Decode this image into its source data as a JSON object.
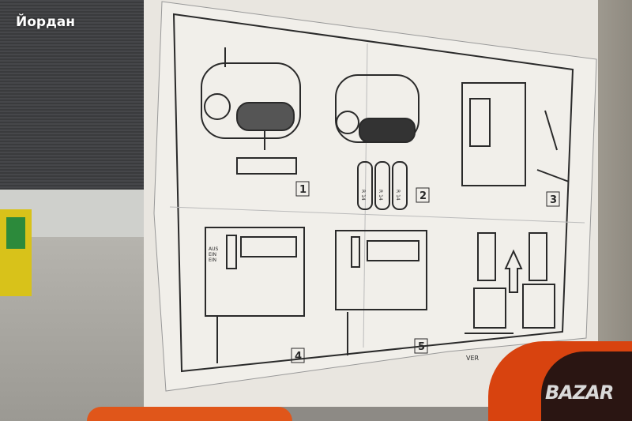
{
  "watermark": "Йордан",
  "logo": "BAZAR",
  "panels": [
    "1",
    "2",
    "3",
    "4",
    "5"
  ],
  "battery_label": "R 14",
  "switch_labels": [
    "AUS",
    "EIN",
    "EIN"
  ],
  "footer_text": "VER",
  "colors": {
    "paper": "#f1efea",
    "ink": "#2a2a2a",
    "orange": "#d8430f"
  }
}
